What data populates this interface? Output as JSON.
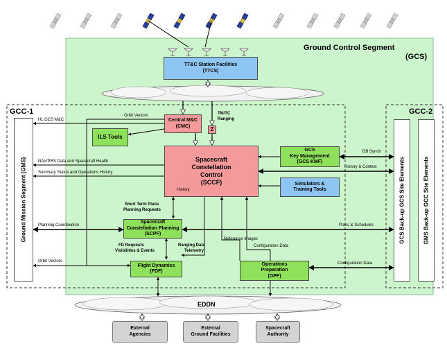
{
  "segments": {
    "gcs_title": "Ground Control Segment",
    "gcs_subtitle": "(GCS)",
    "gcc1": "GCC-1",
    "gcc2": "GCC-2"
  },
  "boxes": {
    "ttcs": {
      "line1": "TT&C Station Facilities",
      "line2": "(TTCS)"
    },
    "cmc": {
      "line1": "Central M&C",
      "line2": "(CMC)"
    },
    "ils": {
      "line1": "ILS Tools"
    },
    "sccf": {
      "line1": "Spacecraft",
      "line2": "Constellation",
      "line3": "Control",
      "line4": "(SCCF)"
    },
    "history": "History",
    "kmf": {
      "line1": "GCS",
      "line2": "Key Management",
      "line3": "(GCS KMF)"
    },
    "sim": {
      "line1": "Simulators &",
      "line2": "Training Tools"
    },
    "scpf": {
      "line1": "Spacecraft",
      "line2": "Constellation  Planning",
      "line3": "(SCPF)"
    },
    "fdf": {
      "line1": "Flight Dynamics",
      "line2": "(FDF)"
    },
    "opf": {
      "line1": "Operations",
      "line2": "Preparation",
      "line3": "(OPF)"
    },
    "gms": "Ground Mission Segment (GMS)",
    "gcs_backup": "GCS Back-up GCS Site Elements",
    "gms_backup": "GMS Back-up GCC Site Elements",
    "ext_agencies": {
      "line1": "External",
      "line2": "Agencies"
    },
    "ext_ground": {
      "line1": "External",
      "line2": "Ground Facilities"
    },
    "sc_authority": {
      "line1": "Spacecraft",
      "line2": "Authority"
    },
    "z_mark": "Z"
  },
  "network": {
    "eddn": "EDDN"
  },
  "flows": {
    "hl_gcs_mc": "HL GCS M&C",
    "orbit_vectors_top": "Orbit Vectors",
    "tmtc_1": "TM/TC",
    "tmtc_2": "Ranging",
    "navprs": "NAV/PRS Data and Spacecraft Health",
    "summary": "Summary Status and Operations History",
    "db_synch": "DB Synch",
    "history_context": "History & Context",
    "short_term_1": "Short Term Plans",
    "short_term_2": "Planning Requests",
    "planning_coord": "Planning Coordination",
    "plans_schedules": "Plans & Schedules",
    "reference_images": "Reference Images",
    "configuration_data_mid": "Configuration Data",
    "fd_requests_1": "FD Requests",
    "fd_requests_2": "Visibilities & Events",
    "ranging_1": "Ranging Data",
    "ranging_2": "Telemetry",
    "orbit_vectors_bottom": "Orbit Vectors",
    "configuration_data_right": "Configuration Data"
  },
  "colors": {
    "gcs_background": "#ccf5cc",
    "green_box": "#8fe05a",
    "blue_box": "#8ec5f3",
    "pink_box": "#f59a9a",
    "satellite_active": "#2a3f9c",
    "satellite_inactive": "#c8c8c8"
  },
  "icons": [
    "satellite-icon",
    "dish-antenna-icon",
    "cloud-network-icon",
    "database-cylinder-icon"
  ]
}
